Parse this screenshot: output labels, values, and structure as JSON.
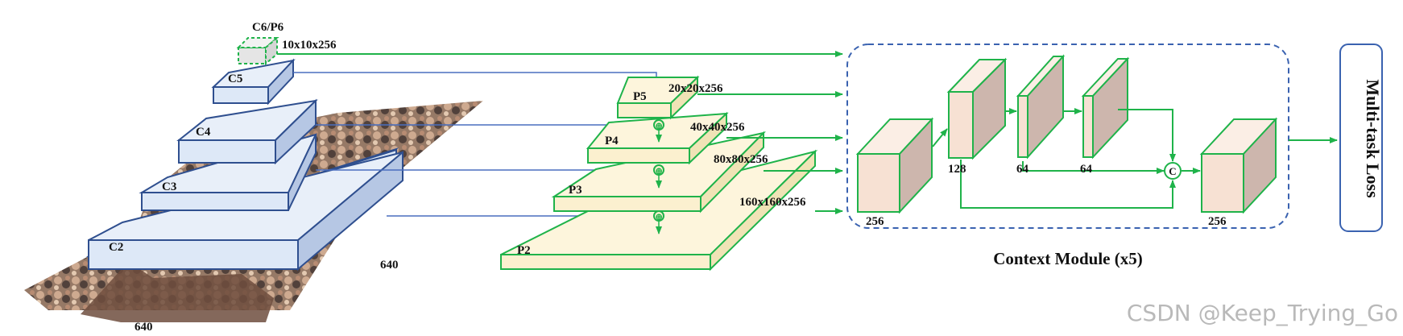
{
  "backbone": {
    "c6_label": "C6/P6",
    "c6_dims": "10x10x256",
    "c5_label": "C5",
    "c4_label": "C4",
    "c3_label": "C3",
    "c2_label": "C2",
    "image_width": "640",
    "image_height": "640"
  },
  "fpn": {
    "p5_label": "P5",
    "p5_dims": "20x20x256",
    "p4_label": "P4",
    "p4_dims": "40x40x256",
    "p3_label": "P3",
    "p3_dims": "80x80x256",
    "p2_label": "P2",
    "p2_dims": "160x160x256"
  },
  "context_module": {
    "title": "Context Module (x5)",
    "input_channels": "256",
    "conv1_channels": "128",
    "conv2_channels": "64",
    "conv3_channels": "64",
    "concat_symbol": "C",
    "output_channels": "256",
    "add_symbol": "⊕"
  },
  "loss": {
    "label": "Multi-task Loss"
  },
  "watermark": "CSDN @Keep_Trying_Go",
  "colors": {
    "backbone_fill": "#dde8f7",
    "backbone_stroke": "#2f4f8f",
    "fpn_fill": "#fbf0cf",
    "fpn_stroke": "#1fb34a",
    "box3d_front": "#f7e1d3",
    "box3d_side": "#cdb6ad",
    "module_border": "#3a62b0",
    "connector_blue": "#4a6fbf",
    "connector_green": "#1fb34a"
  }
}
